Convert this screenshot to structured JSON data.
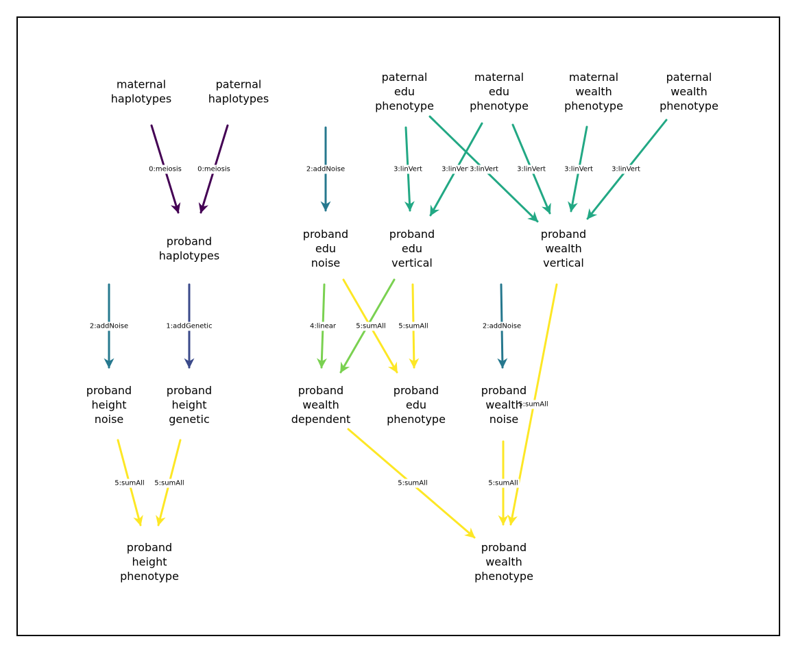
{
  "nodes": [
    {
      "id": "mat_hap",
      "lines": [
        "maternal",
        "haplotypes"
      ]
    },
    {
      "id": "pat_hap",
      "lines": [
        "paternal",
        "haplotypes"
      ]
    },
    {
      "id": "pat_edu",
      "lines": [
        "paternal",
        "edu",
        "phenotype"
      ]
    },
    {
      "id": "mat_edu",
      "lines": [
        "maternal",
        "edu",
        "phenotype"
      ]
    },
    {
      "id": "mat_wealth",
      "lines": [
        "maternal",
        "wealth",
        "phenotype"
      ]
    },
    {
      "id": "pat_wealth",
      "lines": [
        "paternal",
        "wealth",
        "phenotype"
      ]
    },
    {
      "id": "pb_hap",
      "lines": [
        "proband",
        "haplotypes"
      ]
    },
    {
      "id": "pb_edu_noise",
      "lines": [
        "proband",
        "edu",
        "noise"
      ]
    },
    {
      "id": "pb_edu_vert",
      "lines": [
        "proband",
        "edu",
        "vertical"
      ]
    },
    {
      "id": "pb_wealth_vert",
      "lines": [
        "proband",
        "wealth",
        "vertical"
      ]
    },
    {
      "id": "pb_height_noise",
      "lines": [
        "proband",
        "height",
        "noise"
      ]
    },
    {
      "id": "pb_height_gen",
      "lines": [
        "proband",
        "height",
        "genetic"
      ]
    },
    {
      "id": "pb_wealth_dep",
      "lines": [
        "proband",
        "wealth",
        "dependent"
      ]
    },
    {
      "id": "pb_edu_phen",
      "lines": [
        "proband",
        "edu",
        "phenotype"
      ]
    },
    {
      "id": "pb_wealth_noise",
      "lines": [
        "proband",
        "wealth",
        "noise"
      ]
    },
    {
      "id": "pb_height_phen",
      "lines": [
        "proband",
        "height",
        "phenotype"
      ]
    },
    {
      "id": "pb_wealth_phen",
      "lines": [
        "proband",
        "wealth",
        "phenotype"
      ]
    }
  ],
  "edges": [
    {
      "from": "mat_hap",
      "to": "pb_hap",
      "label": "0:meiosis",
      "color": "#440154"
    },
    {
      "from": "pat_hap",
      "to": "pb_hap",
      "label": "0:meiosis",
      "color": "#440154"
    },
    {
      "from": null,
      "to": "pb_edu_noise",
      "label": "2:addNoise",
      "color": "#26788e"
    },
    {
      "from": "pat_edu",
      "to": "pb_edu_vert",
      "label": "3:linVert",
      "color": "#22a884"
    },
    {
      "from": "mat_edu",
      "to": "pb_edu_vert",
      "label": "3:linVert",
      "color": "#22a884"
    },
    {
      "from": "pat_edu",
      "to": "pb_wealth_vert",
      "label": "3:linVert",
      "color": "#22a884"
    },
    {
      "from": "mat_edu",
      "to": "pb_wealth_vert",
      "label": "3:linVert",
      "color": "#22a884"
    },
    {
      "from": "mat_wealth",
      "to": "pb_wealth_vert",
      "label": "3:linVert",
      "color": "#22a884"
    },
    {
      "from": "pat_wealth",
      "to": "pb_wealth_vert",
      "label": "3:linVert",
      "color": "#22a884"
    },
    {
      "from": null,
      "to": "pb_height_noise",
      "label": "2:addNoise",
      "color": "#26788e"
    },
    {
      "from": "pb_hap",
      "to": "pb_height_gen",
      "label": "1:addGenetic",
      "color": "#3b4a8a"
    },
    {
      "from": "pb_edu_noise",
      "to": "pb_wealth_dep",
      "label": "4:linear",
      "color": "#7ad151"
    },
    {
      "from": "pb_edu_vert",
      "to": "pb_wealth_dep",
      "label": "",
      "color": "#7ad151"
    },
    {
      "from": "pb_edu_noise",
      "to": "pb_edu_phen",
      "label": "5:sumAll",
      "color": "#fde725"
    },
    {
      "from": "pb_edu_vert",
      "to": "pb_edu_phen",
      "label": "5:sumAll",
      "color": "#fde725"
    },
    {
      "from": null,
      "to": "pb_wealth_noise",
      "label": "2:addNoise",
      "color": "#26788e"
    },
    {
      "from": "pb_height_noise",
      "to": "pb_height_phen",
      "label": "5:sumAll",
      "color": "#fde725"
    },
    {
      "from": "pb_height_gen",
      "to": "pb_height_phen",
      "label": "5:sumAll",
      "color": "#fde725"
    },
    {
      "from": "pb_wealth_dep",
      "to": "pb_wealth_phen",
      "label": "5:sumAll",
      "color": "#fde725"
    },
    {
      "from": "pb_wealth_noise",
      "to": "pb_wealth_phen",
      "label": "5:sumAll",
      "color": "#fde725"
    },
    {
      "from": "pb_wealth_vert",
      "to": "pb_wealth_phen",
      "label": "5:sumAll",
      "color": "#fde725"
    }
  ]
}
